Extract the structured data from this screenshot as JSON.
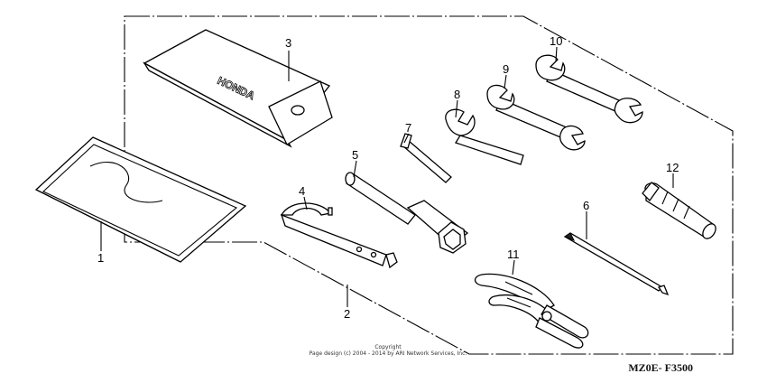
{
  "callouts": {
    "c1": "1",
    "c2": "2",
    "c3": "3",
    "c4": "4",
    "c5": "5",
    "c6": "6",
    "c7": "7",
    "c8": "8",
    "c9": "9",
    "c10": "10",
    "c11": "11",
    "c12": "12"
  },
  "pouch_logo": "HONDA",
  "copyright_line1": "Copyright",
  "copyright_line2": "Page design (c) 2004 - 2014 by ARI Network Services, Inc.",
  "figure_code": "MZ0E- F3500"
}
